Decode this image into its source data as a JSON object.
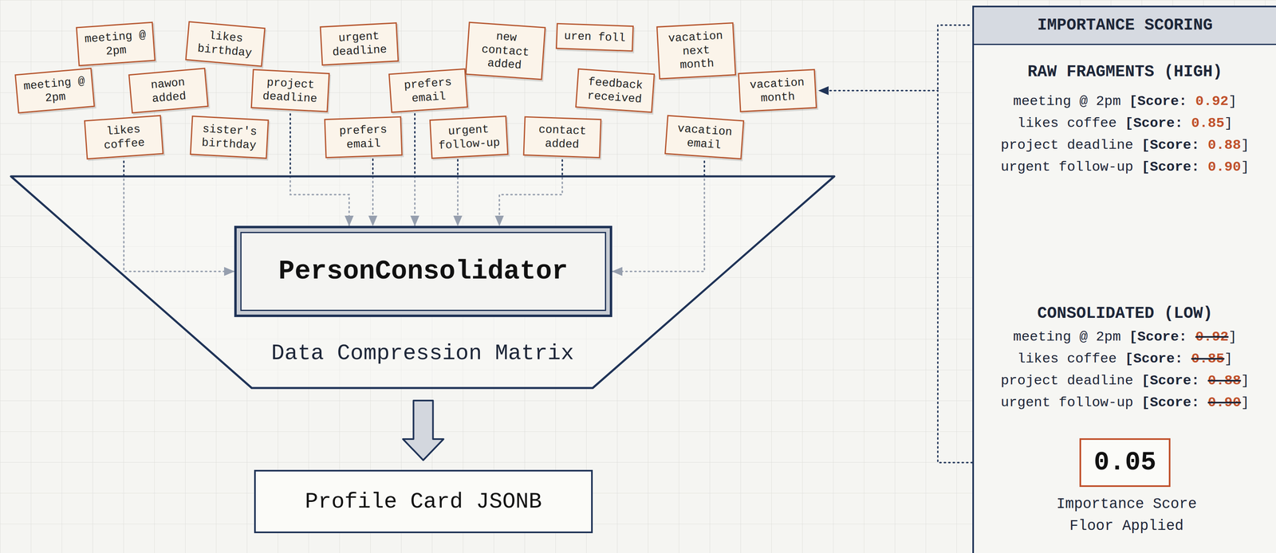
{
  "diagram": {
    "nodes": [
      {
        "text": [
          "meeting @ 2pm"
        ]
      },
      {
        "text": [
          "likes birthday"
        ]
      },
      {
        "text": [
          "urgent deadline"
        ]
      },
      {
        "text": [
          "new contact added"
        ]
      },
      {
        "text": [
          "uren foll"
        ]
      },
      {
        "text": [
          "vacation next month"
        ]
      },
      {
        "text": [
          "meeting @ 2pm"
        ]
      },
      {
        "text": [
          "nawon added"
        ]
      },
      {
        "text": [
          "project deadline"
        ]
      },
      {
        "text": [
          "prefers email"
        ]
      },
      {
        "text": [
          "feedback received"
        ]
      },
      {
        "text": [
          "vacation month"
        ]
      },
      {
        "text": [
          "likes coffee"
        ]
      },
      {
        "text": [
          "sister's birthday"
        ]
      },
      {
        "text": [
          "prefers email"
        ]
      },
      {
        "text": [
          "urgent follow-up"
        ]
      },
      {
        "text": [
          "contact added"
        ]
      },
      {
        "text": [
          "vacation email"
        ]
      },
      {
        "text": [
          "Data Compression Matrix"
        ]
      },
      {
        "text": [
          "PersonConsolidator"
        ],
        "in": 18
      },
      {
        "text": [
          "Profile Card JSONB"
        ]
      },
      {
        "text": [
          "IMPORTANCE SCORING",
          "RAW FRAGMENTS (HIGH)",
          "CONSOLIDATED (LOW)"
        ]
      },
      {
        "text": [
          "0.05",
          "Importance Score Floor Applied"
        ],
        "in": 21
      }
    ],
    "edges": [
      {
        "from": 12,
        "to": 19,
        "arrow": "to"
      },
      {
        "from": 8,
        "to": 19,
        "arrow": "to"
      },
      {
        "from": 14,
        "to": 19,
        "arrow": "to"
      },
      {
        "from": 9,
        "to": 19,
        "arrow": "to"
      },
      {
        "from": 15,
        "to": 19,
        "arrow": "to"
      },
      {
        "from": 16,
        "to": 19,
        "arrow": "to"
      },
      {
        "from": 17,
        "to": 19,
        "arrow": "to"
      },
      {
        "from": 19,
        "to": 20,
        "arrow": "to"
      },
      {
        "from": 22,
        "to": 11,
        "arrow": "to"
      }
    ],
    "labels": [
      "meeting @ 2pm",
      "[Score:",
      "0.92",
      "]",
      "likes coffee",
      "[Score:",
      "0.85",
      "]",
      "project deadline",
      "[Score:",
      "0.88",
      "]",
      "urgent follow-up",
      "[Score:",
      "0.90",
      "]",
      "meeting @ 2pm",
      "[Score:",
      "0.92",
      "]",
      "likes coffee",
      "[Score:",
      "0.85",
      "]",
      "project deadline",
      "[Score:",
      "0.88",
      "]",
      "urgent follow-up",
      "[Score:",
      "0.90",
      "]"
    ]
  }
}
